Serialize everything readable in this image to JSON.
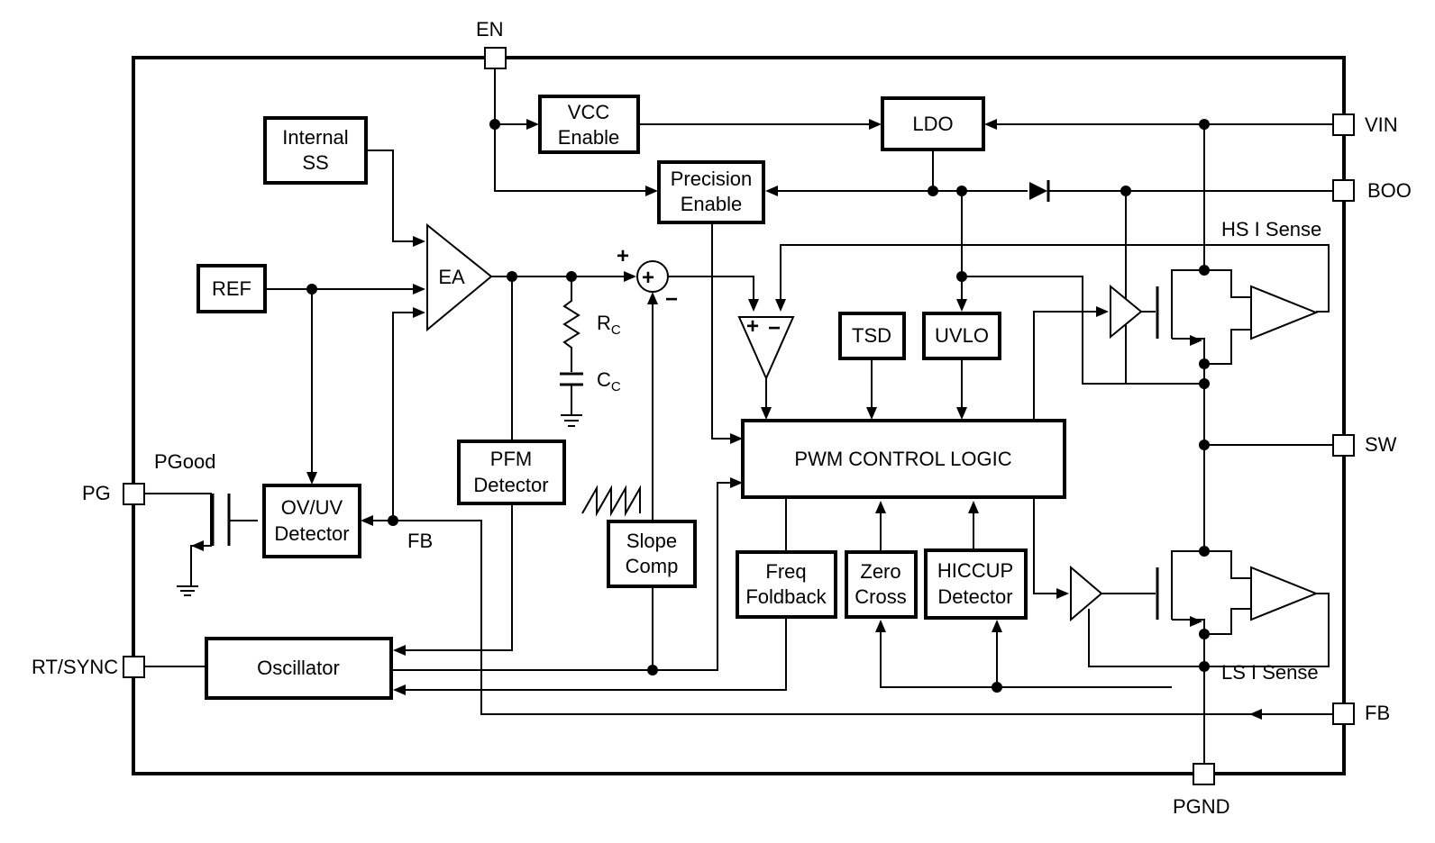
{
  "pins": {
    "en": "EN",
    "vin": "VIN",
    "boo": "BOO",
    "sw": "SW",
    "fb_right": "FB",
    "pgnd": "PGND",
    "pg": "PG",
    "rt_sync": "RT/SYNC"
  },
  "blocks": {
    "internal_ss": [
      "Internal",
      "SS"
    ],
    "vcc_enable": [
      "VCC",
      "Enable"
    ],
    "ldo": "LDO",
    "precision_enable": [
      "Precision",
      "Enable"
    ],
    "ref": "REF",
    "ea": "EA",
    "tsd": "TSD",
    "uvlo": "UVLO",
    "pwm_control_logic": "PWM CONTROL LOGIC",
    "pfm_detector": [
      "PFM",
      "Detector"
    ],
    "ovuv_detector": [
      "OV/UV",
      "Detector"
    ],
    "slope_comp": [
      "Slope",
      "Comp"
    ],
    "freq_foldback": [
      "Freq",
      "Foldback"
    ],
    "zero_cross": [
      "Zero",
      "Cross"
    ],
    "hiccup_detector": [
      "HICCUP",
      "Detector"
    ],
    "oscillator": "Oscillator"
  },
  "labels": {
    "hs_i_sense": "HS I Sense",
    "ls_i_sense": "LS I Sense",
    "pgood": "PGood",
    "fb_internal": "FB",
    "rc_main": "R",
    "rc_sub": "C",
    "cc_main": "C",
    "cc_sub": "C",
    "sum_plus": "+",
    "sum_minus": "−",
    "cmp_plus": "+",
    "cmp_minus": "−"
  }
}
